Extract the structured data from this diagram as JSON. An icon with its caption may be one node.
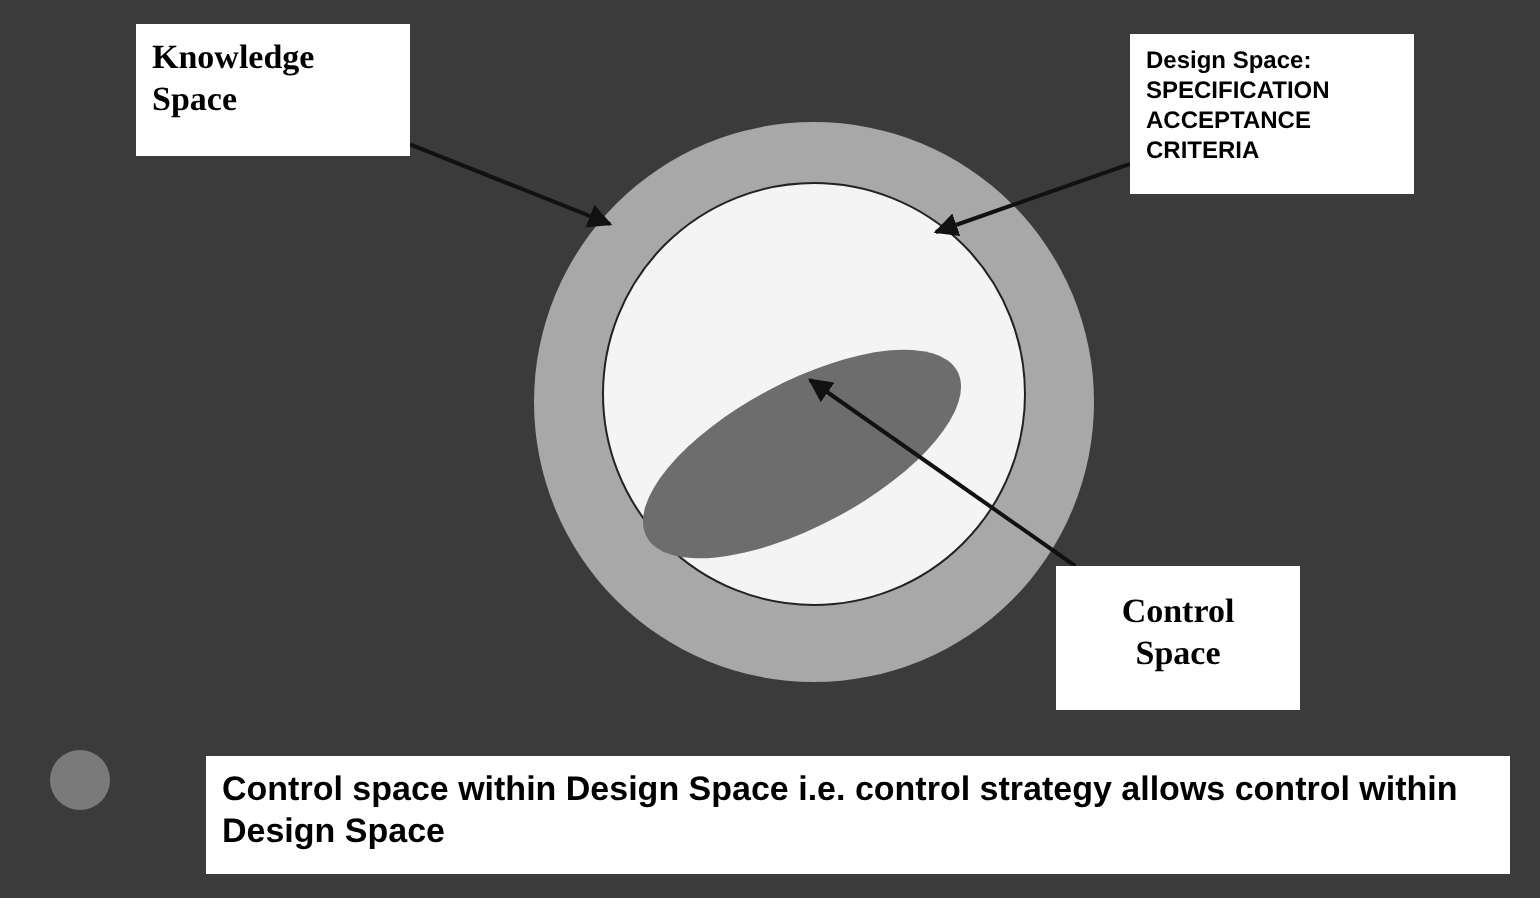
{
  "diagram": {
    "nodes": [
      {
        "text": [
          "Knowledge Space"
        ]
      },
      {
        "text": [],
        "shape": "circle"
      },
      {
        "text": [],
        "shape": "circle",
        "in": 1
      },
      {
        "text": [],
        "shape": "ellipse",
        "in": 2
      },
      {
        "text": [
          "Design Space: SPECIFICATION ACCEPTANCE CRITERIA"
        ]
      },
      {
        "text": [
          "Control Space"
        ]
      },
      {
        "text": [
          "Control space within Design Space i.e. control strategy allows control within Design Space"
        ]
      }
    ],
    "edges": [
      {
        "from": 0,
        "to": 1,
        "arrow": "to"
      },
      {
        "from": 4,
        "to": 2,
        "arrow": "to"
      },
      {
        "from": 5,
        "to": 3,
        "arrow": "to"
      }
    ]
  }
}
